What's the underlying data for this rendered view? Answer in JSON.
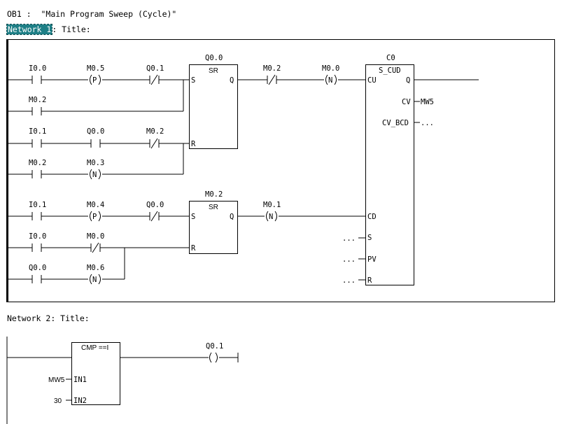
{
  "block": {
    "name": "OB1 :",
    "comment": "\"Main Program Sweep (Cycle)\""
  },
  "network1": {
    "label": "Network 1",
    "title_label": ": Title:",
    "contacts": {
      "c1": "I0.0",
      "c2": "M0.5",
      "c3": "Q0.1",
      "c4": "M0.2",
      "c5": "I0.1",
      "c6": "Q0.0",
      "c7": "M0.2",
      "c8": "M0.2",
      "c9": "M0.3",
      "c10": "M0.2",
      "c11": "M0.0",
      "c12": "I0.1",
      "c13": "M0.4",
      "c14": "Q0.0",
      "c15": "M0.1",
      "c16": "I0.0",
      "c17": "M0.0",
      "c18": "Q0.0",
      "c19": "M0.6"
    },
    "coils": {
      "p": "P",
      "n": "N"
    },
    "sr1": {
      "operand": "Q0.0",
      "type": "SR",
      "s": "S",
      "r": "R",
      "q": "Q"
    },
    "sr2": {
      "operand": "M0.2",
      "type": "SR",
      "s": "S",
      "r": "R",
      "q": "Q"
    },
    "counter": {
      "operand": "C0",
      "type": "S_CUD",
      "cu": "CU",
      "cd": "CD",
      "s": "S",
      "pv": "PV",
      "r": "R",
      "q": "Q",
      "cv": "CV",
      "cv_bcd": "CV_BCD",
      "cv_value": "MW5",
      "cv_bcd_value": "...",
      "s_value": "...",
      "pv_value": "...",
      "r_value": "..."
    }
  },
  "network2": {
    "label": "Network 2",
    "title_label": ": Title:",
    "cmp": {
      "type": "CMP ==I",
      "in1": "IN1",
      "in2": "IN2",
      "in1_value": "MW5",
      "in2_value": "30"
    },
    "coil": "Q0.1"
  }
}
